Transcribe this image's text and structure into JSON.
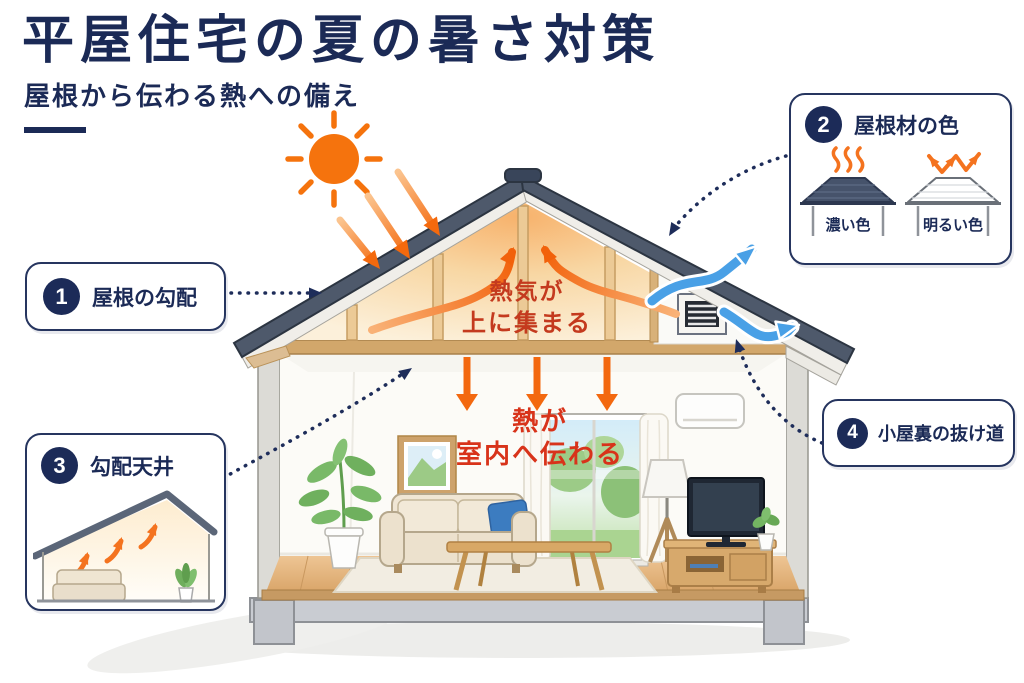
{
  "header": {
    "title": "平屋住宅の夏の暑さ対策",
    "subtitle": "屋根から伝わる熱への備え"
  },
  "callouts": [
    {
      "number": "1",
      "label": "屋根の勾配"
    },
    {
      "number": "2",
      "label": "屋根材の色",
      "options": [
        {
          "label": "濃い色"
        },
        {
          "label": "明るい色"
        }
      ]
    },
    {
      "number": "3",
      "label": "勾配天井"
    },
    {
      "number": "4",
      "label": "小屋裏の抜け道"
    }
  ],
  "notes": {
    "attic": [
      "熱気が",
      "上に集まる"
    ],
    "room": [
      "熱が",
      "室内へ伝わる"
    ]
  },
  "icons": {
    "sun": "sun-icon",
    "heat_flow": "heat-arrow-icon",
    "airflow": "airflow-arrow-icon",
    "vent": "gable-vent",
    "connector": "dotted-connector-arrow",
    "dark_roof": "dark-roof-diagram",
    "light_roof": "light-roof-diagram",
    "sloped_ceiling": "sloped-ceiling-diagram"
  },
  "palette": {
    "navy": "#1c2b58",
    "orange": "#f4731f",
    "heat_red": "#cf3620",
    "roof_slate": "#4e596b",
    "sky_blue": "#49a0e6",
    "wood": "#d2a76b"
  }
}
